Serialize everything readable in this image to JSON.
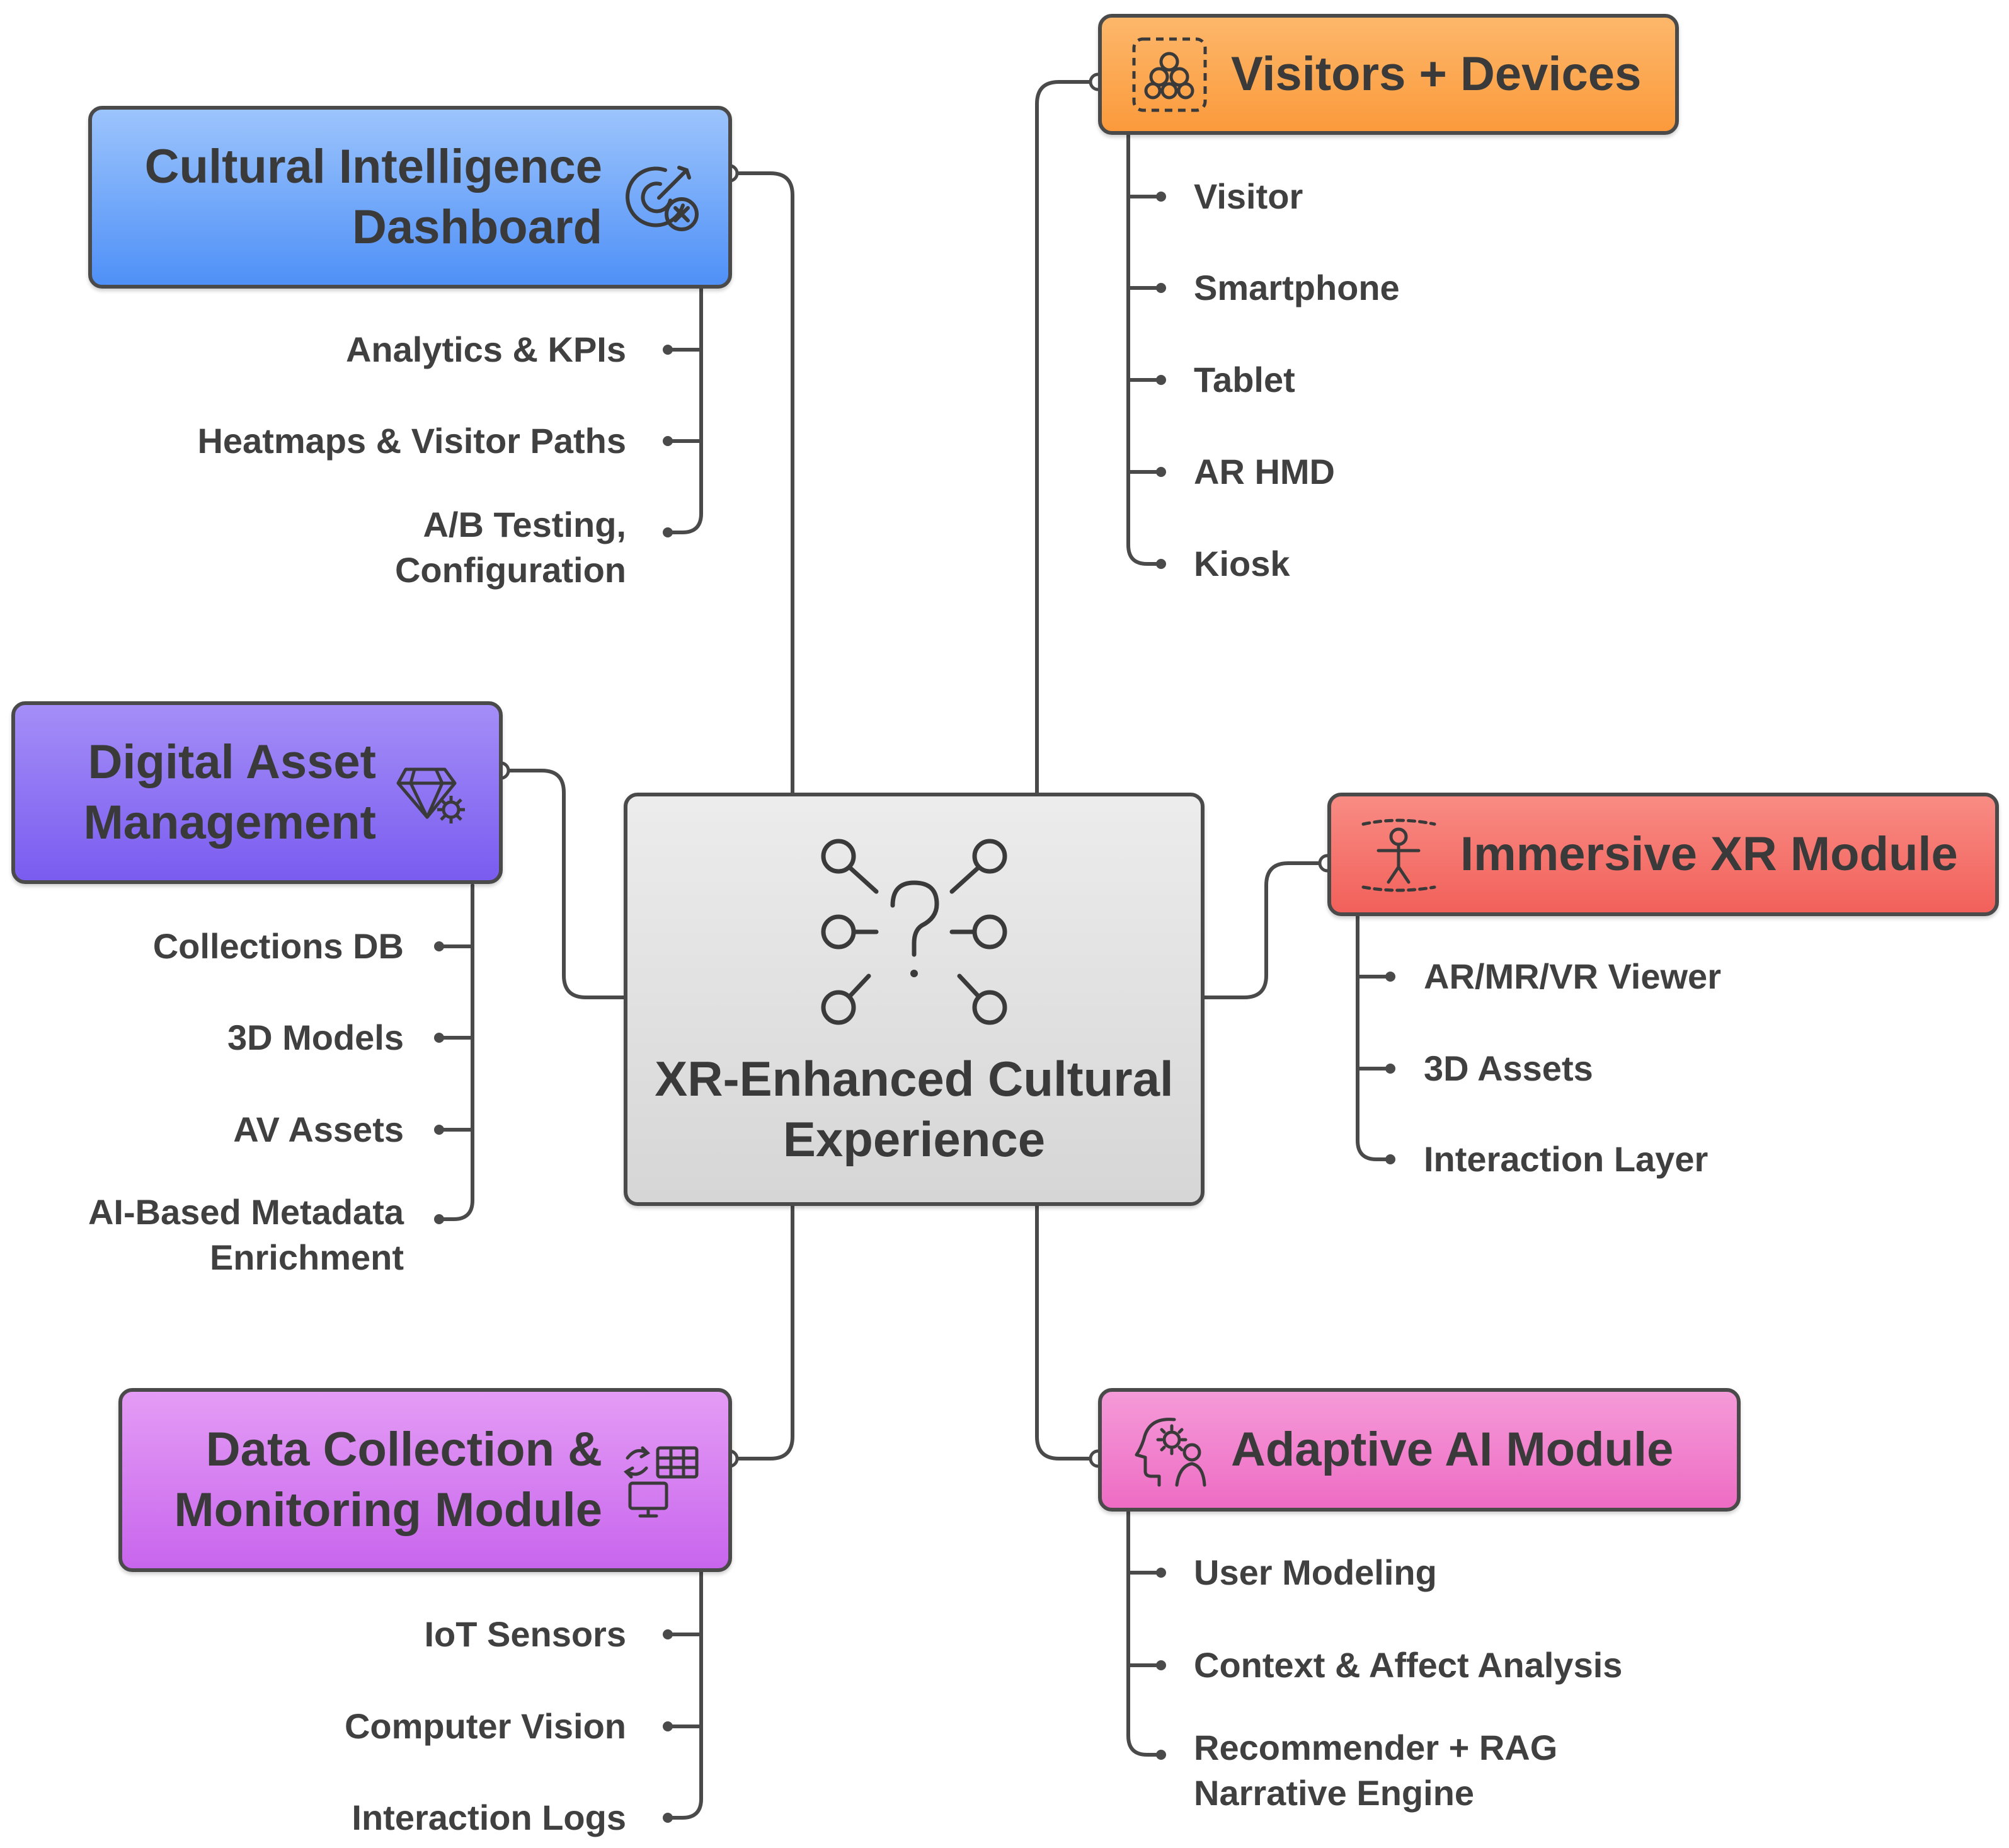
{
  "center": {
    "title_line1": "XR-Enhanced Cultural",
    "title_line2": "Experience",
    "icon": "question-network-icon"
  },
  "nodes": {
    "dashboard": {
      "title_line1": "Cultural Intelligence",
      "title_line2": "Dashboard",
      "icon": "target-cross-icon",
      "color": "#5b9cfa",
      "items": [
        "Analytics & KPIs",
        "Heatmaps & Visitor Paths",
        "A/B Testing,",
        "Configuration"
      ]
    },
    "visitors": {
      "title": "Visitors + Devices",
      "icon": "devices-cluster-icon",
      "color": "#fba24a",
      "items": [
        "Visitor",
        "Smartphone",
        "Tablet",
        "AR HMD",
        "Kiosk"
      ]
    },
    "asset": {
      "title_line1": "Digital Asset",
      "title_line2": "Management",
      "icon": "gem-gear-icon",
      "color": "#8e75f4",
      "items": [
        "Collections DB",
        "3D Models",
        "AV Assets",
        "AI-Based Metadata",
        "Enrichment"
      ]
    },
    "xr": {
      "title": "Immersive XR Module",
      "icon": "person-scan-icon",
      "color": "#f46f67",
      "items": [
        "AR/MR/VR Viewer",
        "3D Assets",
        "Interaction Layer"
      ]
    },
    "monitoring": {
      "title_line1": "Data Collection &",
      "title_line2": "Monitoring Module",
      "icon": "monitor-table-icon",
      "color": "#d97df0",
      "items": [
        "IoT Sensors",
        "Computer Vision",
        "Interaction Logs"
      ]
    },
    "ai": {
      "title": "Adaptive AI Module",
      "icon": "head-gear-icon",
      "color": "#f07ccb",
      "items": [
        "User Modeling",
        "Context & Affect Analysis",
        "Recommender + RAG",
        "Narrative Engine"
      ]
    }
  }
}
